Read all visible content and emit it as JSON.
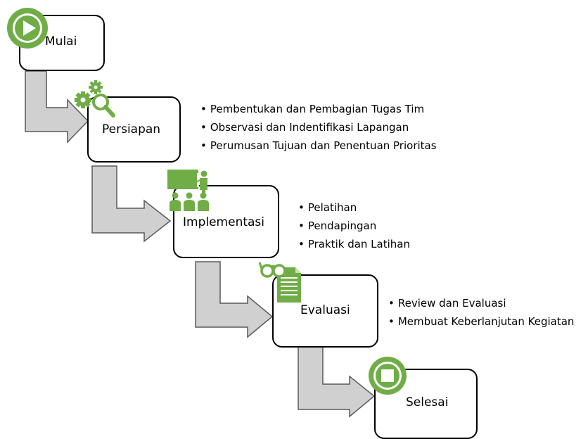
{
  "steps": [
    {
      "label": "Mulai",
      "icon": "play-icon"
    },
    {
      "label": "Persiapan",
      "icon": "gears-search-icon",
      "points": [
        "Pembentukan dan Pembagian Tugas Tim",
        "Observasi dan Indentifikasi Lapangan",
        "Perumusan Tujuan dan Penentuan Prioritas"
      ]
    },
    {
      "label": "Implementasi",
      "icon": "classroom-presentation-icon",
      "points": [
        "Pelatihan",
        "Pendapingan",
        "Praktik dan Latihan"
      ]
    },
    {
      "label": "Evaluasi",
      "icon": "glasses-document-icon",
      "points": [
        "Review dan Evaluasi",
        "Membuat Keberlanjutan Kegiatan"
      ]
    },
    {
      "label": "Selesai",
      "icon": "stop-icon"
    }
  ],
  "colors": {
    "accent": "#70ad47",
    "arrow_fill": "#d0d0d0",
    "arrow_stroke": "#595959",
    "box_border": "#000000"
  }
}
